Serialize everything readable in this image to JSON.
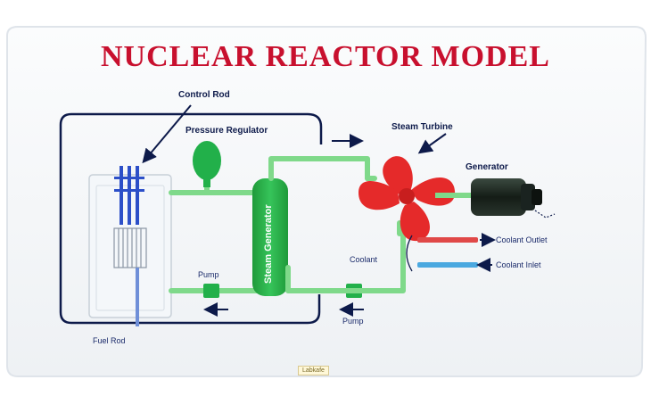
{
  "title": "NUCLEAR REACTOR MODEL",
  "labels": {
    "control_rod": "Control Rod",
    "pressure_regulator": "Pressure Regulator",
    "steam_turbine": "Steam Turbine",
    "generator": "Generator",
    "steam_generator": "Steam Generator",
    "coolant": "Coolant",
    "coolant_outlet": "Coolant Outlet",
    "coolant_inlet": "Coolant Inlet",
    "pump_left": "Pump",
    "pump_right": "Pump",
    "fuel_rod": "Fuel Rod"
  },
  "brand": "Labkafe",
  "colors": {
    "title": "#c8102e",
    "navy_line": "#0d1a4a",
    "pipe_green": "#7fd98a",
    "turbine_red": "#e52a2a",
    "coolant_outlet": "#e04848",
    "coolant_inlet": "#4aa8e0",
    "generator_dark": "#1f2a22"
  }
}
